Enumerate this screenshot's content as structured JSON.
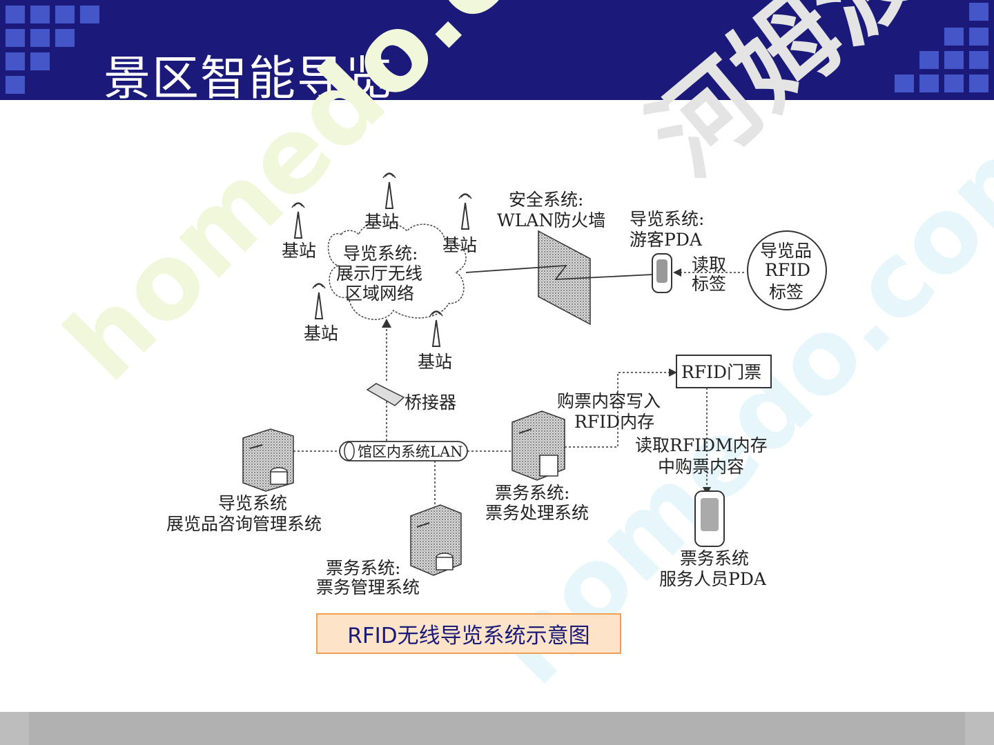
{
  "slide": {
    "title": "景区智能导览",
    "caption": "RFID无线导览系统示意图"
  },
  "watermark": {
    "text_left": "homedo.com",
    "text_right": "homedo.com",
    "text_top": "河姆渡"
  },
  "diagram": {
    "base_station_label": "基站",
    "cloud_label": [
      "导览系统:",
      "展示厅无线",
      "区域网络"
    ],
    "firewall_label": [
      "安全系统:",
      "WLAN防火墙"
    ],
    "visitor_pda_label": [
      "导览系统:",
      "游客PDA"
    ],
    "read_tag_label": [
      "读取",
      "标签"
    ],
    "rfid_tag_label": [
      "导览品",
      "RFID",
      "标签"
    ],
    "bridge_label": "桥接器",
    "lan_label": "馆区内系统LAN",
    "write_label": [
      "购票内容写入",
      "RFID内存"
    ],
    "ticket_label": "RFID门票",
    "read_ticket_label": [
      "读取RFIDM内存",
      "中购票内容"
    ],
    "guide_server_label": [
      "导览系统",
      "展览品咨询管理系统"
    ],
    "ticket_proc_label": [
      "票务系统:",
      "票务处理系统"
    ],
    "ticket_mgmt_label": [
      "票务系统:",
      "票务管理系统"
    ],
    "staff_pda_label": [
      "票务系统",
      "服务人员PDA"
    ]
  },
  "colors": {
    "header_bg": "#1b1a7a",
    "header_squares": "#4456c8",
    "caption_bg": "#fde3c8",
    "caption_border": "#f0a050",
    "caption_text": "#1a1a7a",
    "footer": "#b1b1b1"
  }
}
